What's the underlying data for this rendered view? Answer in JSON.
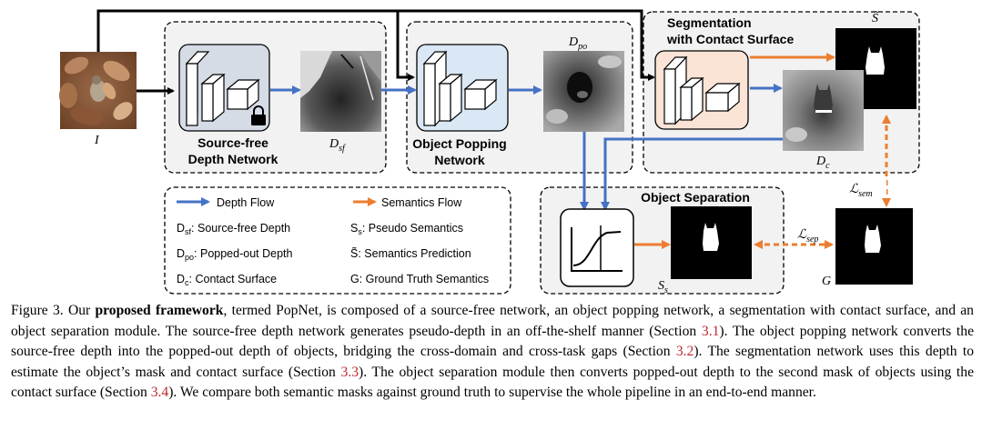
{
  "figure": {
    "labels": {
      "input": "I",
      "source_free_title_1": "Source-free",
      "source_free_title_2": "Depth Network",
      "dsf_main": "D",
      "dsf_sub": "sf",
      "dpo_main": "D",
      "dpo_sub": "po",
      "popping_title_1": "Object Popping",
      "popping_title_2": "Network",
      "seg_title_1": "Segmentation",
      "seg_title_2": "with Contact Surface",
      "s_tilde": "S̃",
      "dc_main": "D",
      "dc_sub": "c",
      "obj_sep_title": "Object Separation",
      "ss_main": "S",
      "ss_sub": "s",
      "l_sem_main": "ℒ",
      "l_sem_sub": "sem",
      "l_sep_main": "ℒ",
      "l_sep_sub": "sep",
      "g": "G"
    },
    "legend": {
      "depth_flow": "Depth Flow",
      "semantics_flow": "Semantics Flow",
      "dsf_def_pre": "D",
      "dsf_def_sub": "sf",
      "dsf_def_text": ": Source-free Depth",
      "ss_def_pre": "S",
      "ss_def_sub": "s",
      "ss_def_text": ": Pseudo Semantics",
      "dpo_def_pre": "D",
      "dpo_def_sub": "po",
      "dpo_def_text": ": Popped-out Depth",
      "stilde_def": "S̃: Semantics Prediction",
      "dc_def_pre": "D",
      "dc_def_sub": "c",
      "dc_def_text": ": Contact Surface",
      "g_def": "G: Ground Truth Semantics"
    },
    "colors": {
      "depth_arrow": "#4472c4",
      "semantics_arrow": "#ed7d31",
      "source_free_block": "#d6dce5",
      "popping_block": "#dae8f5",
      "segmentation_block": "#fbe3d6",
      "module_bg": "#f2f2f2"
    },
    "icons": [
      "lock-icon",
      "sigmoid-function-icon"
    ]
  },
  "caption": {
    "figure_label": "Figure 3. Our ",
    "bold": "proposed framework",
    "part1": ", termed PopNet, is composed of a source-free network, an object popping network, a segmentation with contact surface, and an object separation module. The source-free depth network generates pseudo-depth in an off-the-shelf manner (Section ",
    "ref1": "3.1",
    "part2": "). The object popping network converts the source-free depth into the popped-out depth of objects, bridging the cross-domain and cross-task gaps (Section ",
    "ref2": "3.2",
    "part3": "). The segmentation network uses this depth to estimate the object’s mask and contact surface (Section ",
    "ref3": "3.3",
    "part4": "). The object separation module then converts popped-out depth to the second mask of objects using the contact surface (Section ",
    "ref4": "3.4",
    "part5": "). We compare both semantic masks against ground truth to supervise the whole pipeline in an end-to-end manner."
  }
}
